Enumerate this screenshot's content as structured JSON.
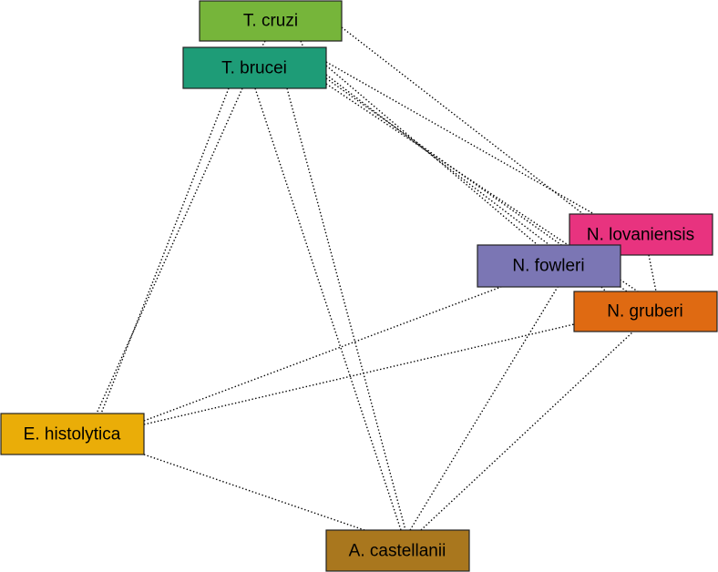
{
  "nodes": [
    {
      "id": "t-cruzi",
      "label": "T. cruzi",
      "color": "#76B53A"
    },
    {
      "id": "t-brucei",
      "label": "T. brucei",
      "color": "#1E9C77"
    },
    {
      "id": "n-lovaniensis",
      "label": "N. lovaniensis",
      "color": "#E8337F"
    },
    {
      "id": "n-fowleri",
      "label": "N. fowleri",
      "color": "#7B76B4"
    },
    {
      "id": "n-gruberi",
      "label": "N. gruberi",
      "color": "#DF6A12"
    },
    {
      "id": "e-histolytica",
      "label": "E. histolytica",
      "color": "#EAAD08"
    },
    {
      "id": "a-castellanii",
      "label": "A. castellanii",
      "color": "#A9771E"
    }
  ],
  "edges": [
    [
      "t-cruzi",
      "t-brucei"
    ],
    [
      "t-brucei",
      "n-lovaniensis"
    ],
    [
      "t-brucei",
      "n-fowleri"
    ],
    [
      "t-brucei",
      "n-gruberi"
    ],
    [
      "t-brucei",
      "e-histolytica"
    ],
    [
      "t-brucei",
      "a-castellanii"
    ],
    [
      "t-cruzi",
      "n-lovaniensis"
    ],
    [
      "t-cruzi",
      "n-fowleri"
    ],
    [
      "t-cruzi",
      "n-gruberi"
    ],
    [
      "t-cruzi",
      "e-histolytica"
    ],
    [
      "t-cruzi",
      "a-castellanii"
    ],
    [
      "e-histolytica",
      "n-fowleri"
    ],
    [
      "e-histolytica",
      "n-gruberi"
    ],
    [
      "e-histolytica",
      "a-castellanii"
    ],
    [
      "a-castellanii",
      "n-fowleri"
    ],
    [
      "a-castellanii",
      "n-gruberi"
    ],
    [
      "n-fowleri",
      "n-lovaniensis"
    ],
    [
      "n-fowleri",
      "n-gruberi"
    ],
    [
      "n-lovaniensis",
      "n-gruberi"
    ]
  ]
}
